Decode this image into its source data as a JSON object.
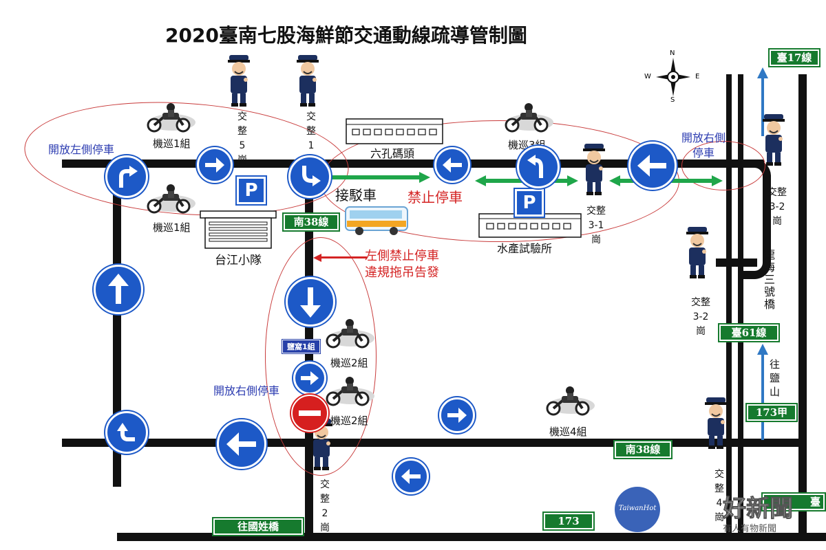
{
  "title": "2020臺南七股海鮮節交通動線疏導管制圖",
  "compass": {
    "n": "N",
    "s": "S",
    "e": "E",
    "w": "W"
  },
  "routes": {
    "tai17": "臺17線",
    "nan38_top": "南38線",
    "tai61": "臺61線",
    "r173a": "173甲",
    "nan38_bottom": "南38線",
    "r173": "173",
    "guoxing": "往國姓橋",
    "right_edge": "臺"
  },
  "places": {
    "liukong": "六孔碼頭",
    "shuichan": "水產試驗所",
    "taijiang": "台江小隊",
    "longhai": "龍海三號橋",
    "yanshan": "往鹽山"
  },
  "notes": {
    "open_left": "開放左側停車",
    "open_right_top": "開放右側停車",
    "open_right_mid": "開放右側停車",
    "shuttle": "接駁車",
    "no_parking": "禁止停車",
    "left_ban_1": "左側禁止停車",
    "left_ban_2": "違規拖吊告發",
    "patrol_sign": "鹽窩1組"
  },
  "patrols": {
    "p1a": "機巡1組",
    "p1b": "機巡1組",
    "p3": "機巡3組",
    "p2a": "機巡2組",
    "p2b": "機巡2組",
    "p4": "機巡4組"
  },
  "posts": {
    "post5": "交整5崗",
    "post1": "交整1崗",
    "post31": "交整3-1崗",
    "post32a": "交整3-2崗",
    "post32b": "交整3-2崗",
    "post2": "交整2崗",
    "post4": "交整4崗"
  },
  "watermark": {
    "brand": "TaiwanHot",
    "name": "好新聞",
    "sub": "有人有物新聞"
  },
  "colors": {
    "road": "#111111",
    "sign_blue": "#1d59c7",
    "route_green": "#167a2e",
    "note_blue": "#2b3bb0",
    "note_red": "#d42323",
    "arrow_green": "#1fa64a",
    "ellipse_red": "#c83a3a",
    "flow_blue": "#2f78c4"
  }
}
